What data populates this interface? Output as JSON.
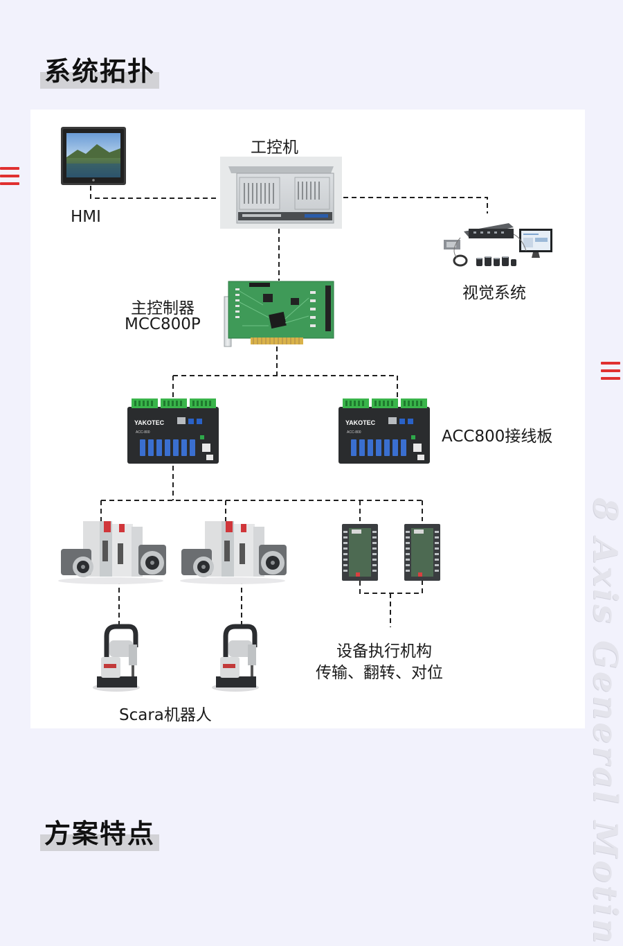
{
  "headings": {
    "topology": "系统拓扑",
    "features": "方案特点"
  },
  "diagram": {
    "nodes": {
      "hmi": "HMI",
      "ipc": "工控机",
      "vision": "视觉系统",
      "controller_line1": "主控制器",
      "controller_line2": "MCC800P",
      "terminal_board": "ACC800接线板",
      "board_brand": "YAKOTEC",
      "board_model": "ACC-800",
      "actuators_line1": "设备执行机构",
      "actuators_line2": "传输、翻转、对位",
      "robot": "Scara机器人"
    }
  },
  "watermark": "8 Axis General Motin",
  "colors": {
    "background": "#f2f2fc",
    "panel": "#ffffff",
    "accent_red": "#e03030",
    "pcb_green": "#3f9a58",
    "connector_green": "#39b44a"
  }
}
